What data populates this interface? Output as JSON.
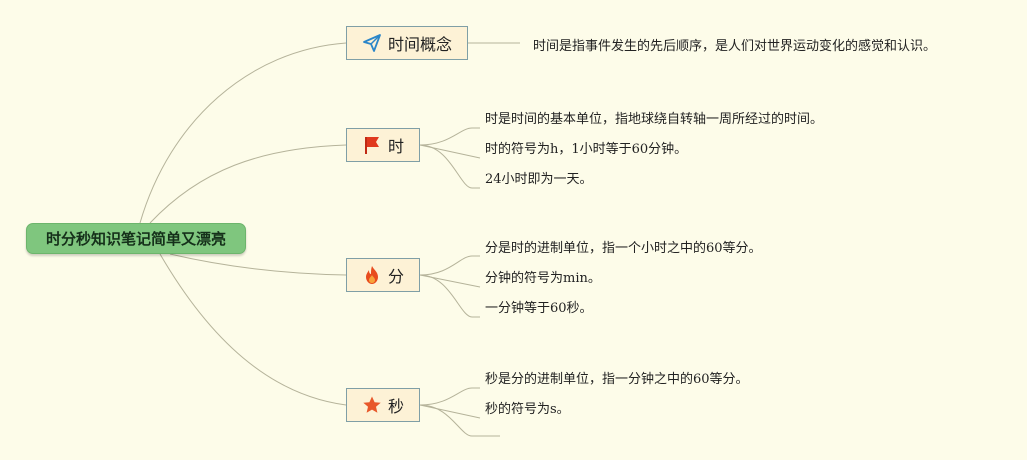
{
  "root": {
    "label": "时分秒知识笔记简单又漂亮"
  },
  "colors": {
    "background": "#fdfce9",
    "root_fill": "#7fc67e",
    "branch_fill": "#fdf2d6",
    "branch_border": "#7f9fa6",
    "connector": "#b5b39a",
    "paper_plane": "#2b86c9",
    "flag": "#e0391e",
    "fire": "#e84c1e",
    "star": "#e8582a"
  },
  "branches": [
    {
      "label": "时间概念",
      "icon": "paper-plane-icon",
      "leaves": [
        "时间是指事件发生的先后顺序，是人们对世界运动变化的感觉和认识。"
      ]
    },
    {
      "label": "时",
      "icon": "red-flag-icon",
      "leaves": [
        "时是时间的基本单位，指地球绕自转轴一周所经过的时间。",
        "时的符号为h，1小时等于60分钟。",
        "24小时即为一天。"
      ]
    },
    {
      "label": "分",
      "icon": "fire-icon",
      "leaves": [
        "分是时的进制单位，指一个小时之中的60等分。",
        "分钟的符号为min。",
        "一分钟等于60秒。"
      ]
    },
    {
      "label": "秒",
      "icon": "star-icon",
      "leaves": [
        "秒是分的进制单位，指一分钟之中的60等分。",
        "秒的符号为s。",
        ""
      ]
    }
  ]
}
